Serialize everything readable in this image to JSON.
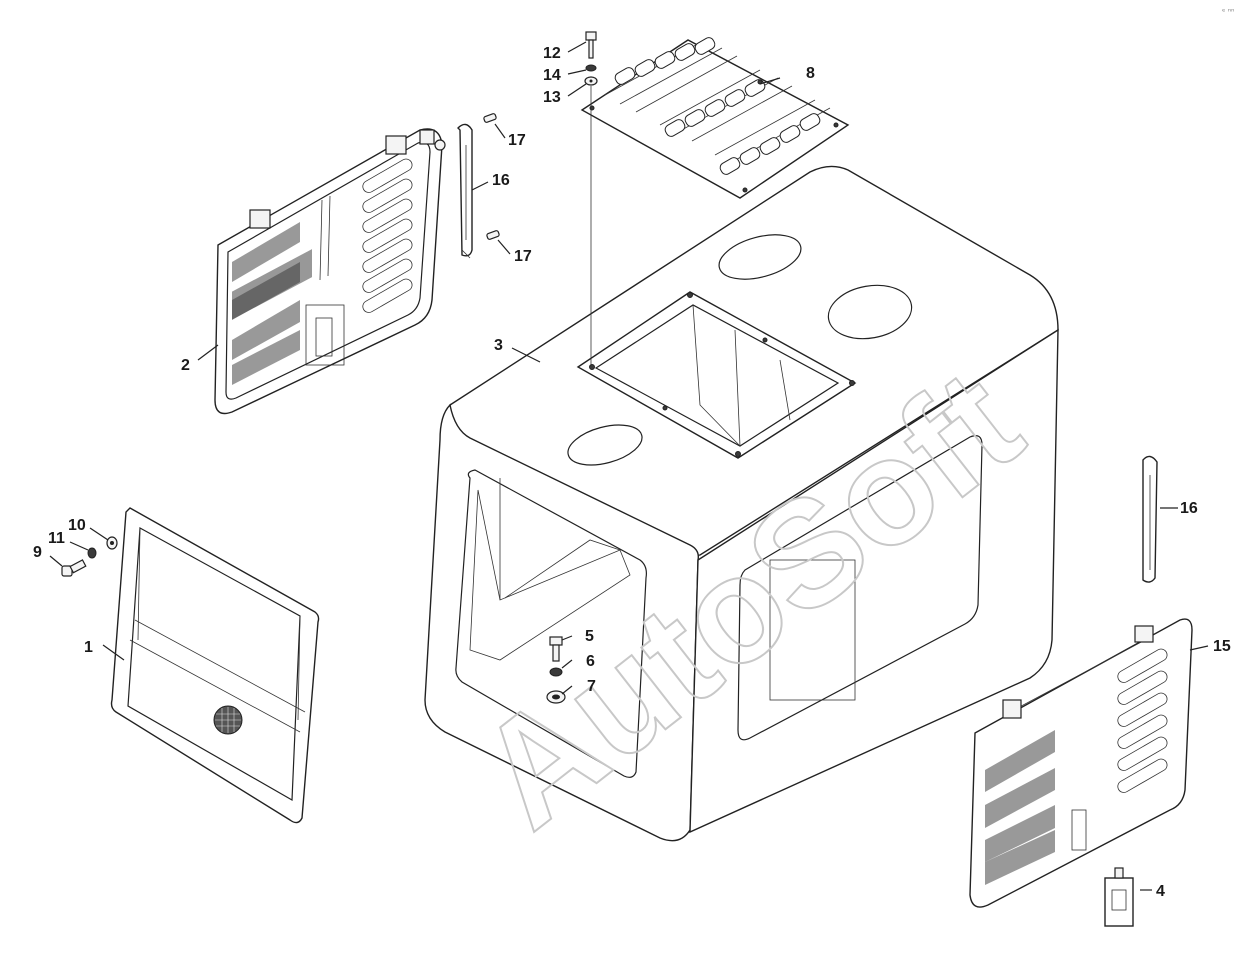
{
  "diagram": {
    "callouts": [
      {
        "id": "c1",
        "label": "1"
      },
      {
        "id": "c2",
        "label": "2"
      },
      {
        "id": "c3",
        "label": "3"
      },
      {
        "id": "c4",
        "label": "4"
      },
      {
        "id": "c5",
        "label": "5"
      },
      {
        "id": "c6",
        "label": "6"
      },
      {
        "id": "c7",
        "label": "7"
      },
      {
        "id": "c8",
        "label": "8"
      },
      {
        "id": "c9",
        "label": "9"
      },
      {
        "id": "c10",
        "label": "10"
      },
      {
        "id": "c11",
        "label": "11"
      },
      {
        "id": "c12",
        "label": "12"
      },
      {
        "id": "c13",
        "label": "13"
      },
      {
        "id": "c14",
        "label": "14"
      },
      {
        "id": "c15",
        "label": "15"
      },
      {
        "id": "c16a",
        "label": "16"
      },
      {
        "id": "c16b",
        "label": "16"
      },
      {
        "id": "c17a",
        "label": "17"
      },
      {
        "id": "c17b",
        "label": "17"
      }
    ]
  },
  "watermark": {
    "text": "AutoSoft"
  },
  "corner_mark": {
    "text": "ᵉ ⁿⁿ"
  }
}
